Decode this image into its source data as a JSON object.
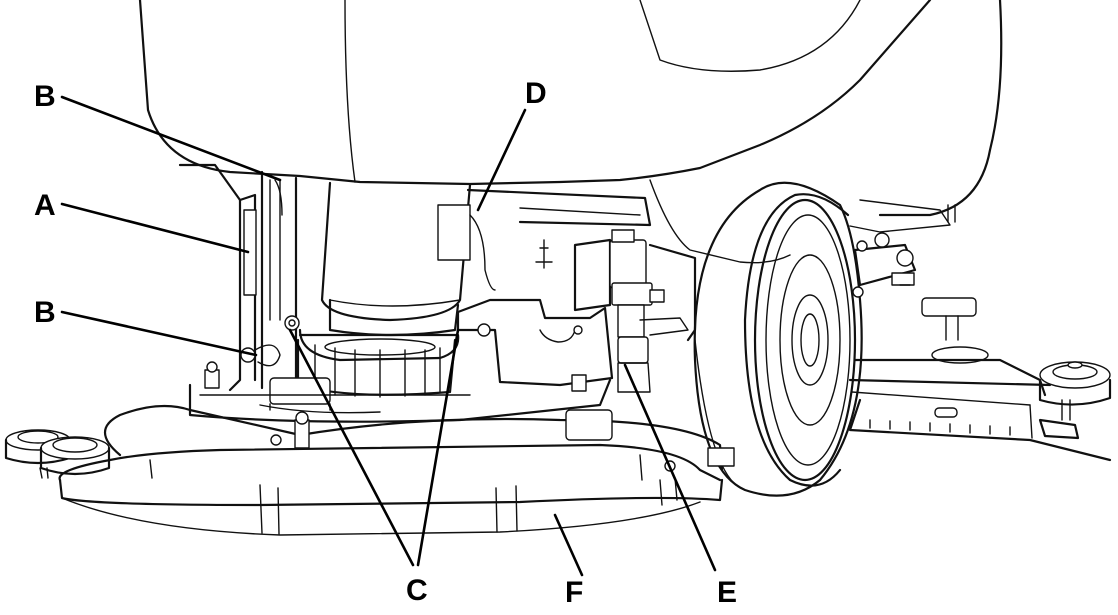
{
  "callouts": [
    {
      "id": "A",
      "text": "A"
    },
    {
      "id": "B1",
      "text": "B"
    },
    {
      "id": "B2",
      "text": "B"
    },
    {
      "id": "C",
      "text": "C"
    },
    {
      "id": "D",
      "text": "D"
    },
    {
      "id": "E",
      "text": "E"
    },
    {
      "id": "F",
      "text": "F"
    }
  ]
}
